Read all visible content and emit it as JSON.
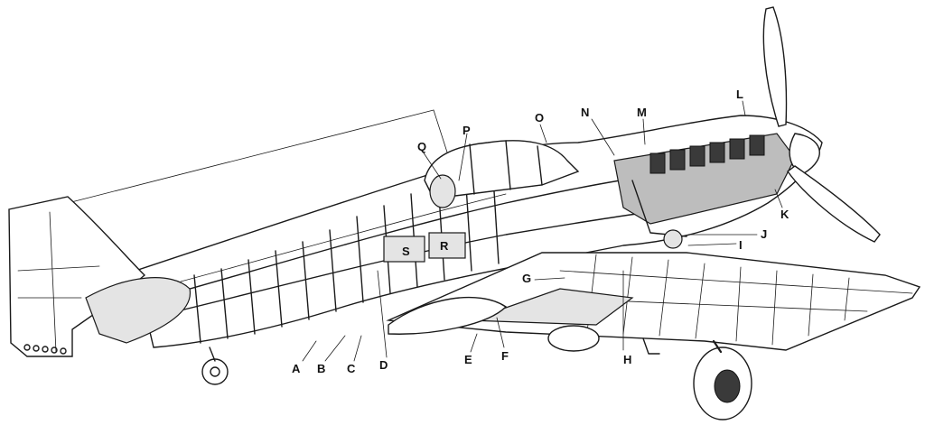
{
  "callouts": [
    {
      "id": "A",
      "text": "A"
    },
    {
      "id": "B",
      "text": "B"
    },
    {
      "id": "C",
      "text": "C"
    },
    {
      "id": "D",
      "text": "D"
    },
    {
      "id": "E",
      "text": "E"
    },
    {
      "id": "F",
      "text": "F"
    },
    {
      "id": "G",
      "text": "G"
    },
    {
      "id": "H",
      "text": "H"
    },
    {
      "id": "I",
      "text": "I"
    },
    {
      "id": "J",
      "text": "J"
    },
    {
      "id": "K",
      "text": "K"
    },
    {
      "id": "L",
      "text": "L"
    },
    {
      "id": "M",
      "text": "M"
    },
    {
      "id": "N",
      "text": "N"
    },
    {
      "id": "O",
      "text": "O"
    },
    {
      "id": "P",
      "text": "P"
    },
    {
      "id": "Q",
      "text": "Q"
    },
    {
      "id": "R",
      "text": "R"
    },
    {
      "id": "S",
      "text": "S"
    }
  ],
  "colors": {
    "ink": "#1a1a1a",
    "paper": "#ffffff",
    "shade": "#bdbdbd"
  }
}
